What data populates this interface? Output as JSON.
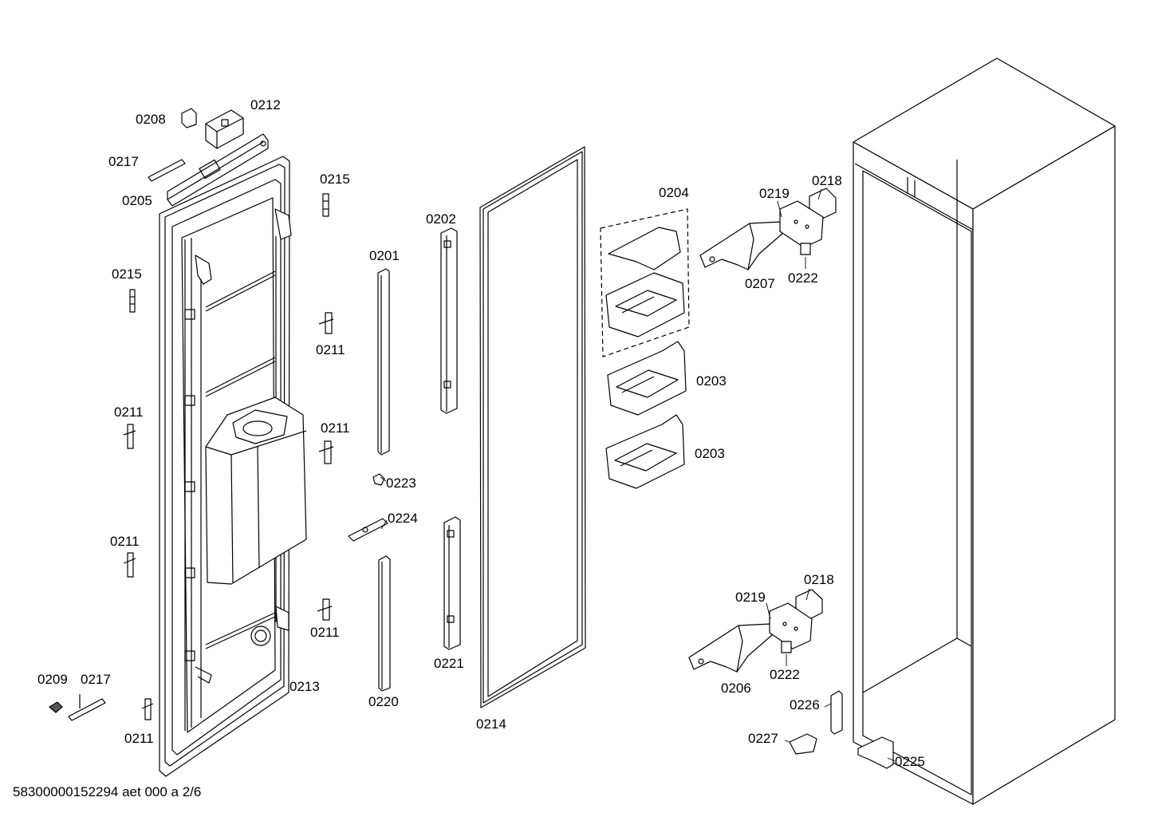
{
  "footer": "58300000152294 aet 000 a 2/6",
  "labels": {
    "p0208": "0208",
    "p0212": "0212",
    "p0217a": "0217",
    "p0205": "0205",
    "p0215a": "0215",
    "p0215b": "0215",
    "p0202": "0202",
    "p0201": "0201",
    "p0204": "0204",
    "p0219a": "0219",
    "p0218a": "0218",
    "p0207": "0207",
    "p0222a": "0222",
    "p0211a": "0211",
    "p0211b": "0211",
    "p0211c": "0211",
    "p0211d": "0211",
    "p0211e": "0211",
    "p0211f": "0211",
    "p0203a": "0203",
    "p0203b": "0203",
    "p0223": "0223",
    "p0224": "0224",
    "p0218b": "0218",
    "p0219b": "0219",
    "p0222b": "0222",
    "p0206": "0206",
    "p0213": "0213",
    "p0220": "0220",
    "p0221": "0221",
    "p0214": "0214",
    "p0209": "0209",
    "p0217b": "0217",
    "p0226": "0226",
    "p0227": "0227",
    "p0225": "0225"
  }
}
